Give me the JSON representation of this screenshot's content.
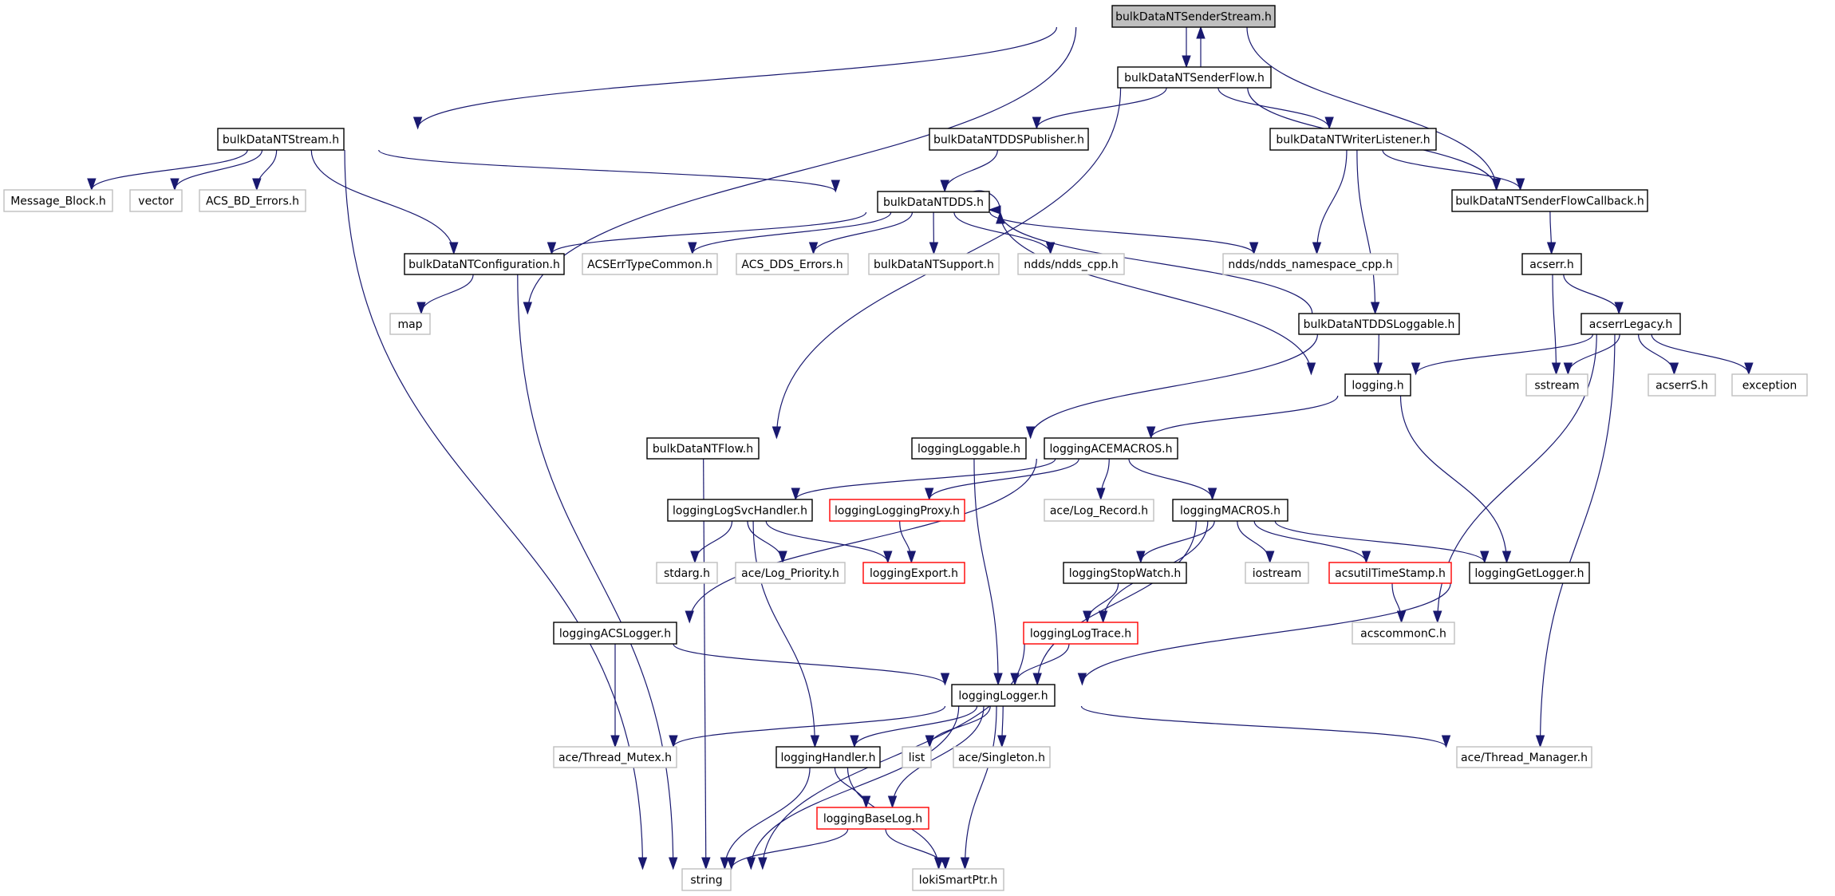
{
  "diagram": {
    "title": "bulkDataNTSenderStream.h include dependency graph",
    "colors": {
      "edge": "#191970",
      "root_fill": "#bfbfbf",
      "documented_border": "#000000",
      "undocumented_border": "#bfbfbf",
      "external_border": "#ff0000"
    },
    "nodes": [
      {
        "id": "n0",
        "label": "bulkDataNTSenderStream.h",
        "kind": "root"
      },
      {
        "id": "n1",
        "label": "bulkDataNTSenderFlow.h",
        "kind": "doc"
      },
      {
        "id": "n2",
        "label": "bulkDataNTStream.h",
        "kind": "doc"
      },
      {
        "id": "n3",
        "label": "bulkDataNTDDSPublisher.h",
        "kind": "doc"
      },
      {
        "id": "n4",
        "label": "bulkDataNTWriterListener.h",
        "kind": "doc"
      },
      {
        "id": "n5",
        "label": "Message_Block.h",
        "kind": "undoc"
      },
      {
        "id": "n6",
        "label": "vector",
        "kind": "undoc"
      },
      {
        "id": "n7",
        "label": "ACS_BD_Errors.h",
        "kind": "undoc"
      },
      {
        "id": "n8",
        "label": "bulkDataNTDDS.h",
        "kind": "doc"
      },
      {
        "id": "n9",
        "label": "bulkDataNTSenderFlowCallback.h",
        "kind": "doc"
      },
      {
        "id": "n10",
        "label": "bulkDataNTConfiguration.h",
        "kind": "doc"
      },
      {
        "id": "n11",
        "label": "ACSErrTypeCommon.h",
        "kind": "undoc"
      },
      {
        "id": "n12",
        "label": "ACS_DDS_Errors.h",
        "kind": "undoc"
      },
      {
        "id": "n13",
        "label": "bulkDataNTSupport.h",
        "kind": "undoc"
      },
      {
        "id": "n14",
        "label": "ndds/ndds_cpp.h",
        "kind": "undoc"
      },
      {
        "id": "n15",
        "label": "ndds/ndds_namespace_cpp.h",
        "kind": "undoc"
      },
      {
        "id": "n16",
        "label": "acserr.h",
        "kind": "doc"
      },
      {
        "id": "n17",
        "label": "map",
        "kind": "undoc"
      },
      {
        "id": "n18",
        "label": "bulkDataNTDDSLoggable.h",
        "kind": "doc"
      },
      {
        "id": "n19",
        "label": "acserrLegacy.h",
        "kind": "doc"
      },
      {
        "id": "n20",
        "label": "logging.h",
        "kind": "doc"
      },
      {
        "id": "n21",
        "label": "sstream",
        "kind": "undoc"
      },
      {
        "id": "n22",
        "label": "acserrS.h",
        "kind": "undoc"
      },
      {
        "id": "n23",
        "label": "exception",
        "kind": "undoc"
      },
      {
        "id": "n24",
        "label": "bulkDataNTFlow.h",
        "kind": "doc"
      },
      {
        "id": "n25",
        "label": "loggingLoggable.h",
        "kind": "doc"
      },
      {
        "id": "n26",
        "label": "loggingACEMACROS.h",
        "kind": "doc"
      },
      {
        "id": "n27",
        "label": "loggingLogSvcHandler.h",
        "kind": "doc"
      },
      {
        "id": "n28",
        "label": "loggingLoggingProxy.h",
        "kind": "ext"
      },
      {
        "id": "n29",
        "label": "ace/Log_Record.h",
        "kind": "undoc"
      },
      {
        "id": "n30",
        "label": "loggingMACROS.h",
        "kind": "doc"
      },
      {
        "id": "n31",
        "label": "stdarg.h",
        "kind": "undoc"
      },
      {
        "id": "n32",
        "label": "ace/Log_Priority.h",
        "kind": "undoc"
      },
      {
        "id": "n33",
        "label": "loggingExport.h",
        "kind": "ext"
      },
      {
        "id": "n34",
        "label": "loggingStopWatch.h",
        "kind": "doc"
      },
      {
        "id": "n35",
        "label": "iostream",
        "kind": "undoc"
      },
      {
        "id": "n36",
        "label": "acsutilTimeStamp.h",
        "kind": "ext"
      },
      {
        "id": "n37",
        "label": "loggingGetLogger.h",
        "kind": "doc"
      },
      {
        "id": "n38",
        "label": "loggingACSLogger.h",
        "kind": "doc"
      },
      {
        "id": "n39",
        "label": "loggingLogTrace.h",
        "kind": "ext"
      },
      {
        "id": "n40",
        "label": "acscommonC.h",
        "kind": "undoc"
      },
      {
        "id": "n41",
        "label": "loggingLogger.h",
        "kind": "doc"
      },
      {
        "id": "n42",
        "label": "ace/Thread_Mutex.h",
        "kind": "undoc"
      },
      {
        "id": "n43",
        "label": "loggingHandler.h",
        "kind": "doc"
      },
      {
        "id": "n44",
        "label": "list",
        "kind": "undoc"
      },
      {
        "id": "n45",
        "label": "ace/Singleton.h",
        "kind": "undoc"
      },
      {
        "id": "n46",
        "label": "ace/Thread_Manager.h",
        "kind": "undoc"
      },
      {
        "id": "n47",
        "label": "loggingBaseLog.h",
        "kind": "ext"
      },
      {
        "id": "n48",
        "label": "string",
        "kind": "undoc"
      },
      {
        "id": "n49",
        "label": "lokiSmartPtr.h",
        "kind": "undoc"
      }
    ],
    "edges": [
      [
        "n0",
        "n1"
      ],
      [
        "n1",
        "n0"
      ],
      [
        "n0",
        "n2"
      ],
      [
        "n0",
        "n17"
      ],
      [
        "n0",
        "n9"
      ],
      [
        "n1",
        "n3"
      ],
      [
        "n1",
        "n4"
      ],
      [
        "n1",
        "n9"
      ],
      [
        "n1",
        "n24"
      ],
      [
        "n2",
        "n5"
      ],
      [
        "n2",
        "n6"
      ],
      [
        "n2",
        "n7"
      ],
      [
        "n2",
        "n8"
      ],
      [
        "n2",
        "n10"
      ],
      [
        "n2",
        "n48"
      ],
      [
        "n3",
        "n8"
      ],
      [
        "n4",
        "n9"
      ],
      [
        "n4",
        "n15"
      ],
      [
        "n4",
        "n18"
      ],
      [
        "n8",
        "n8"
      ],
      [
        "n8",
        "n10"
      ],
      [
        "n8",
        "n11"
      ],
      [
        "n8",
        "n12"
      ],
      [
        "n8",
        "n13"
      ],
      [
        "n8",
        "n14"
      ],
      [
        "n8",
        "n15"
      ],
      [
        "n8",
        "n20"
      ],
      [
        "n9",
        "n16"
      ],
      [
        "n10",
        "n17"
      ],
      [
        "n10",
        "n48"
      ],
      [
        "n16",
        "n21"
      ],
      [
        "n16",
        "n19"
      ],
      [
        "n18",
        "n8"
      ],
      [
        "n18",
        "n20"
      ],
      [
        "n18",
        "n25"
      ],
      [
        "n19",
        "n20"
      ],
      [
        "n19",
        "n21"
      ],
      [
        "n19",
        "n22"
      ],
      [
        "n19",
        "n23"
      ],
      [
        "n19",
        "n40"
      ],
      [
        "n19",
        "n46"
      ],
      [
        "n20",
        "n26"
      ],
      [
        "n20",
        "n37"
      ],
      [
        "n24",
        "n48"
      ],
      [
        "n25",
        "n41"
      ],
      [
        "n26",
        "n27"
      ],
      [
        "n26",
        "n28"
      ],
      [
        "n26",
        "n29"
      ],
      [
        "n26",
        "n30"
      ],
      [
        "n26",
        "n38"
      ],
      [
        "n27",
        "n31"
      ],
      [
        "n27",
        "n32"
      ],
      [
        "n27",
        "n33"
      ],
      [
        "n27",
        "n43"
      ],
      [
        "n28",
        "n33"
      ],
      [
        "n30",
        "n34"
      ],
      [
        "n30",
        "n35"
      ],
      [
        "n30",
        "n36"
      ],
      [
        "n30",
        "n37"
      ],
      [
        "n30",
        "n39"
      ],
      [
        "n30",
        "n41"
      ],
      [
        "n34",
        "n39"
      ],
      [
        "n36",
        "n40"
      ],
      [
        "n37",
        "n41"
      ],
      [
        "n38",
        "n42"
      ],
      [
        "n38",
        "n41"
      ],
      [
        "n39",
        "n41"
      ],
      [
        "n39",
        "n48"
      ],
      [
        "n41",
        "n42"
      ],
      [
        "n41",
        "n43"
      ],
      [
        "n41",
        "n44"
      ],
      [
        "n41",
        "n45"
      ],
      [
        "n41",
        "n46"
      ],
      [
        "n41",
        "n47"
      ],
      [
        "n41",
        "n48"
      ],
      [
        "n41",
        "n49"
      ],
      [
        "n43",
        "n47"
      ],
      [
        "n43",
        "n48"
      ],
      [
        "n43",
        "n49"
      ],
      [
        "n47",
        "n48"
      ],
      [
        "n47",
        "n49"
      ]
    ]
  }
}
